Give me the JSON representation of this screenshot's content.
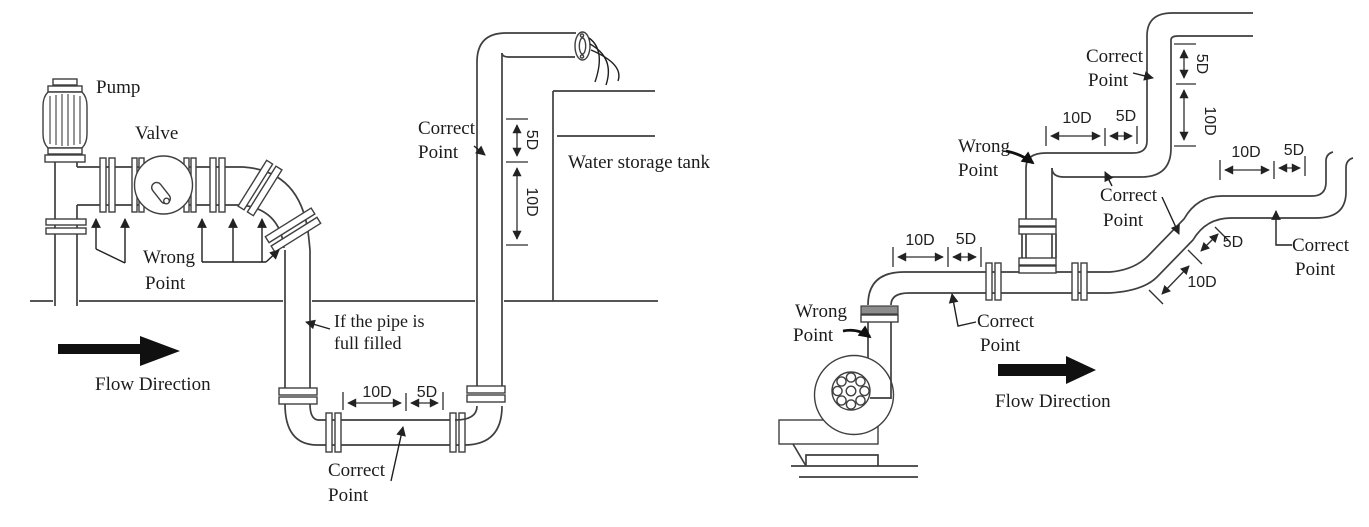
{
  "colors": {
    "bg": "#ffffff",
    "ink": "#1c1c1c",
    "line": "#3f3f3f",
    "arrow": "#101010",
    "flange_shade": "#8c8c8c"
  },
  "left": {
    "pump": "Pump",
    "valve": "Valve",
    "wrong": [
      "Wrong",
      "Point"
    ],
    "correct_riser": [
      "Correct",
      "Point"
    ],
    "correct_bottom": [
      "Correct",
      "Point"
    ],
    "note": [
      "If the pipe is",
      "full filled"
    ],
    "tank": "Water storage tank",
    "flow": "Flow Direction",
    "dims": {
      "riser_top": "5D",
      "riser_bottom": "10D",
      "bottom_left": "10D",
      "bottom_right": "5D"
    }
  },
  "right": {
    "wrong_riser": [
      "Wrong",
      "Point"
    ],
    "wrong_pump": [
      "Wrong",
      "Point"
    ],
    "correct_top": [
      "Correct",
      "Point"
    ],
    "correct_mid": [
      "Correct",
      "Point"
    ],
    "correct_lower": [
      "Correct",
      "Point"
    ],
    "correct_far": [
      "Correct",
      "Point"
    ],
    "flow": "Flow Direction",
    "dims": {
      "lower_left": "10D",
      "lower_right": "5D",
      "upper_left": "10D",
      "upper_right": "5D",
      "vert_top": "5D",
      "vert_bottom": "10D",
      "diag_lower": "10D",
      "diag_upper": "5D",
      "far_left": "10D",
      "far_right": "5D"
    }
  }
}
